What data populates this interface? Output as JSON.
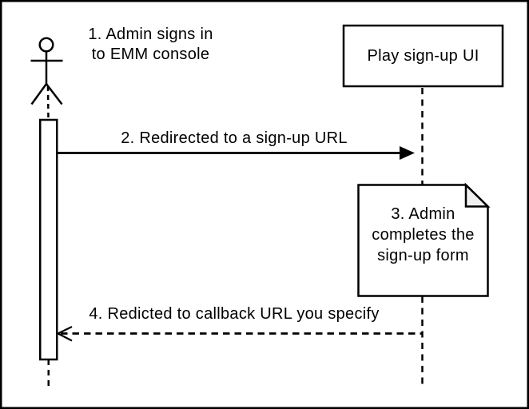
{
  "diagram": {
    "kind": "sequence-diagram",
    "actor": {
      "annotation_lines": [
        "1. Admin signs in",
        "to EMM console"
      ]
    },
    "participant": {
      "label": "Play sign-up UI"
    },
    "messages": {
      "signup_redirect": {
        "label": "2. Redirected to a sign-up URL",
        "style": "solid-arrow"
      },
      "callback_redirect": {
        "label": "4. Redicted to callback URL you specify",
        "style": "dashed-open-arrow"
      }
    },
    "note": {
      "lines": [
        "3. Admin",
        "completes the",
        "sign-up form"
      ]
    },
    "colors": {
      "stroke": "#000000",
      "background": "#ffffff",
      "note_fill": "#ffffff",
      "note_fold": "#f0f0f0"
    }
  }
}
